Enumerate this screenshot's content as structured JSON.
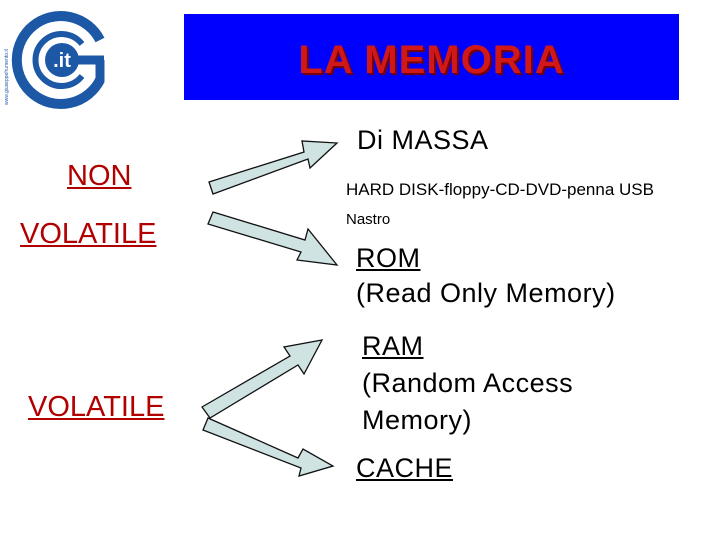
{
  "logo": {
    "icon": "g-it-logo",
    "text": ".it",
    "vertical_text": "www.giuseppefrumento.it",
    "colors": {
      "ring": "#1c58a6",
      "center": "#1c58a6"
    }
  },
  "header": {
    "title": "LA MEMORIA",
    "background": "#0000ff",
    "title_color": "#d01818"
  },
  "left": {
    "non_label": "NON",
    "volatile_label_1": "VOLATILE",
    "volatile_label_2": "VOLATILE",
    "color": "#b10000"
  },
  "right": {
    "massa": "Di MASSA",
    "hard_disk": "HARD DISK-floppy-CD-DVD-penna USB",
    "nastro": "Nastro",
    "rom_line1": "ROM",
    "rom_line2": "(Read Only Memory)",
    "ram_line1": "RAM",
    "ram_line2": "(Random Access",
    "ram_line3": "Memory)",
    "cache": "CACHE"
  },
  "arrows": {
    "fill": "#cfe3e3",
    "stroke": "#111111"
  }
}
